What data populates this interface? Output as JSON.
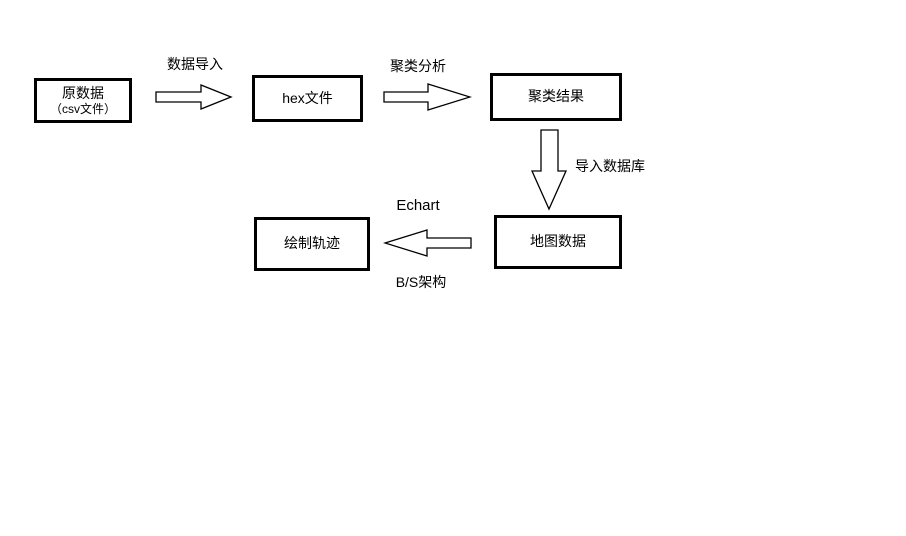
{
  "colors": {
    "background": "#ffffff",
    "stroke": "#000000",
    "text": "#000000"
  },
  "flowchart": {
    "nodes": {
      "source": {
        "title": "原数据",
        "subtitle": "（csv文件）"
      },
      "hex": {
        "title": "hex文件"
      },
      "cluster": {
        "title": "聚类结果"
      },
      "map": {
        "title": "地图数据"
      },
      "draw": {
        "title": "绘制轨迹"
      }
    },
    "edges": {
      "import_data": {
        "label": "数据导入",
        "direction": "right"
      },
      "cluster_analysis": {
        "label": "聚类分析",
        "direction": "right"
      },
      "import_database": {
        "label": "导入数据库",
        "direction": "down"
      },
      "render": {
        "label_top": "Echart",
        "label_bottom": "B/S架构",
        "direction": "left"
      }
    }
  }
}
